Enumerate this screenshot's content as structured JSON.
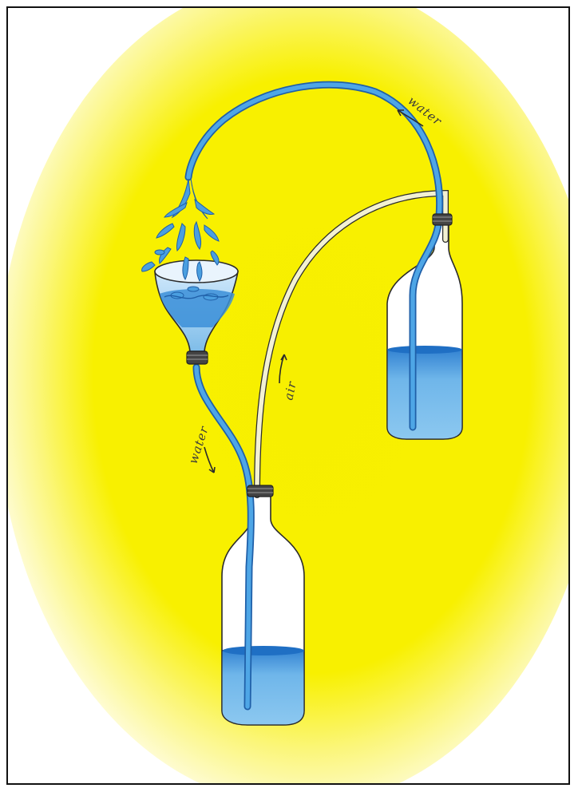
{
  "labels": {
    "water_top": "water",
    "air": "air",
    "water_left": "water"
  },
  "colors": {
    "background_glow": "#f7ef00",
    "water": "#4a9fe0",
    "water_dark": "#1f6fc4",
    "tube_water": "#3b92d6",
    "tube_air": "#f3f1d2",
    "cap": "#3a3a3a",
    "outline": "#2b2b2b",
    "text": "#3a3a3a"
  }
}
